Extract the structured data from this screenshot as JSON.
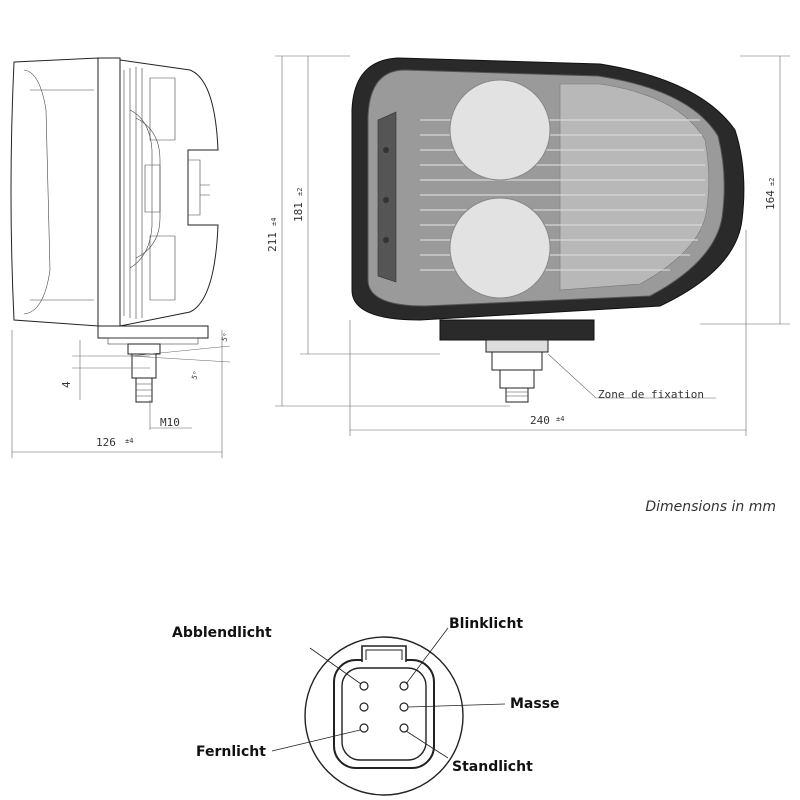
{
  "dimensions": {
    "side_width": "126",
    "side_width_tol": "±4",
    "thread": "M10",
    "offset": "4",
    "angle_top": "5°",
    "angle_bottom": "5°",
    "height_total": "211",
    "height_total_tol": "±4",
    "height_body": "181",
    "height_body_tol": "±2",
    "height_lens": "164",
    "height_lens_tol": "±2",
    "front_width": "240",
    "front_width_tol": "±4",
    "fixation_label": "Zone de fixation"
  },
  "note": "Dimensions in mm",
  "connector": {
    "pins": {
      "top_left": "Abblendlicht",
      "top_right": "Blinklicht",
      "mid_right": "Masse",
      "bottom_left": "Fernlicht",
      "bottom_right": "Standlicht"
    }
  }
}
